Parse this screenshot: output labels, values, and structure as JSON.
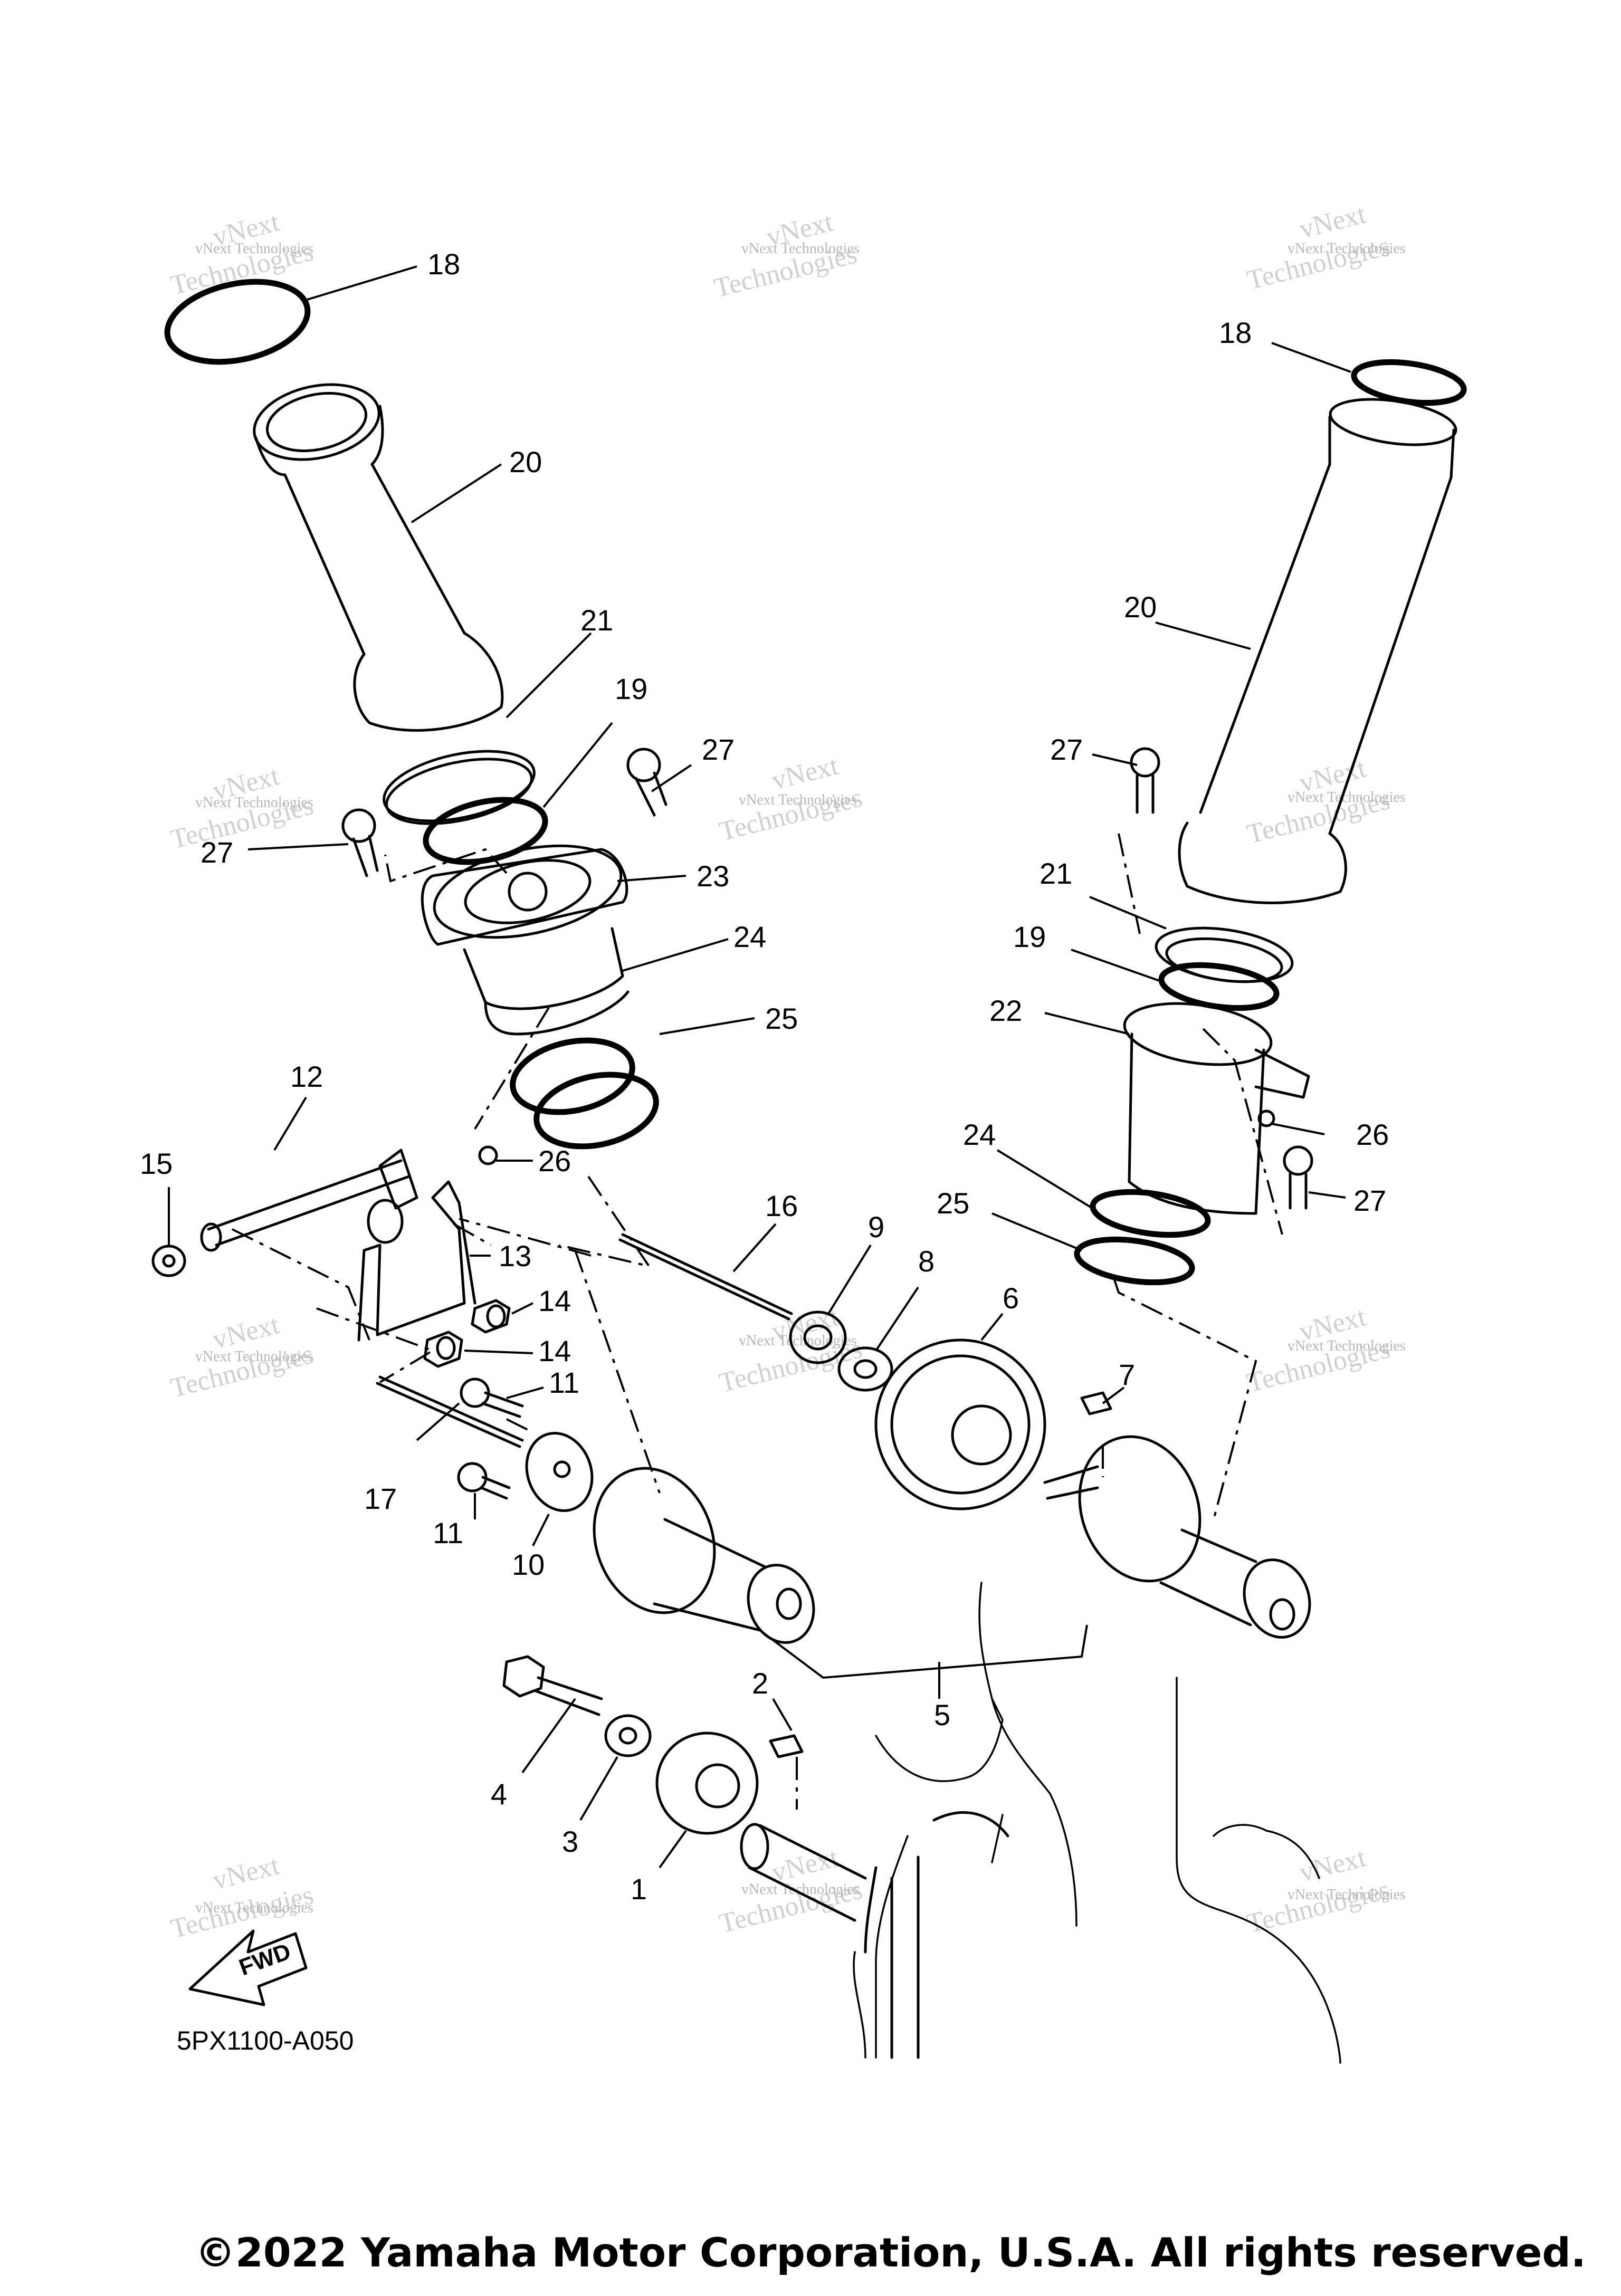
{
  "diagram": {
    "drawing_code": "5PX1100-A050",
    "fwd_label": "FWD",
    "watermark_text": "vNext Technologies",
    "watermark_big_1": "vNext",
    "watermark_big_2": "Technologies",
    "callouts": [
      "18",
      "20",
      "21",
      "19",
      "27",
      "27",
      "23",
      "24",
      "25",
      "26",
      "12",
      "15",
      "13",
      "14",
      "14",
      "16",
      "9",
      "8",
      "6",
      "7",
      "11",
      "11",
      "17",
      "10",
      "5",
      "2",
      "4",
      "3",
      "1",
      "18",
      "20",
      "27",
      "21",
      "19",
      "22",
      "24",
      "25",
      "26",
      "27"
    ]
  },
  "footer": {
    "copyright": "©2022 Yamaha Motor Corporation, U.S.A. All rights reserved."
  }
}
